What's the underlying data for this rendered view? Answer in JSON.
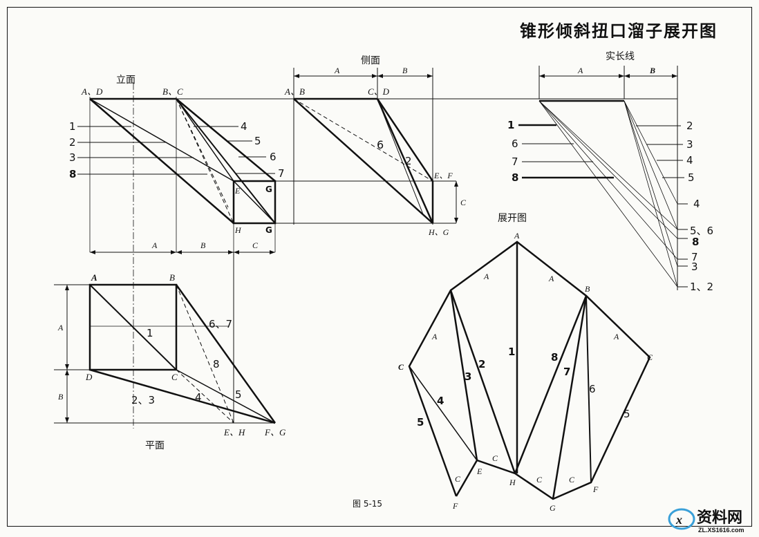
{
  "title": "锥形倾斜扭口溜子展开图",
  "figure_caption": "图 5-15",
  "view_labels": {
    "elevation": "立面",
    "side": "侧面",
    "true_length": "实长线",
    "plan": "平面",
    "development": "展开图"
  },
  "elevation": {
    "corner_ad": "A、D",
    "corner_bc": "B、C",
    "corner_e": "E",
    "corner_g_top": "G",
    "corner_h": "H",
    "corner_g_bottom": "G",
    "leaders_left": [
      "1",
      "2",
      "3",
      "8"
    ],
    "leaders_right": [
      "4",
      "5",
      "6",
      "7"
    ],
    "dim_a": "A",
    "dim_b": "B",
    "dim_c": "C"
  },
  "side": {
    "corner_ab": "A、B",
    "corner_cd": "C、D",
    "corner_ef": "E、F",
    "corner_hg": "H、G",
    "line_6": "6",
    "line_2": "2",
    "dim_a": "A",
    "dim_b": "B",
    "dim_c": "C"
  },
  "true_length": {
    "dim_a": "A",
    "dim_b": "B",
    "left_labels": [
      "1",
      "6",
      "7",
      "8"
    ],
    "right_labels": [
      "2",
      "3",
      "4",
      "5"
    ],
    "end_labels": [
      "4",
      "5、6",
      "8",
      "7",
      "3",
      "1、2"
    ]
  },
  "plan": {
    "corner_a": "A",
    "corner_b": "B",
    "corner_c": "C",
    "corner_d": "D",
    "corner_eh": "E、H",
    "corner_fg": "F、G",
    "dim_a": "A",
    "dim_b": "B",
    "line_1": "1",
    "line_23": "2、3",
    "line_4": "4",
    "line_5": "5",
    "line_67": "6、7",
    "line_8": "8"
  },
  "development": {
    "vertices": [
      "A",
      "B",
      "C",
      "C",
      "E",
      "F",
      "H",
      "G",
      "F"
    ],
    "edge_a": "A",
    "edge_c": "C",
    "lines": [
      "1",
      "2",
      "3",
      "4",
      "5",
      "6",
      "7",
      "8",
      "5"
    ]
  },
  "watermark": {
    "brand": "资料网",
    "url": "ZL.XS1616.com"
  }
}
